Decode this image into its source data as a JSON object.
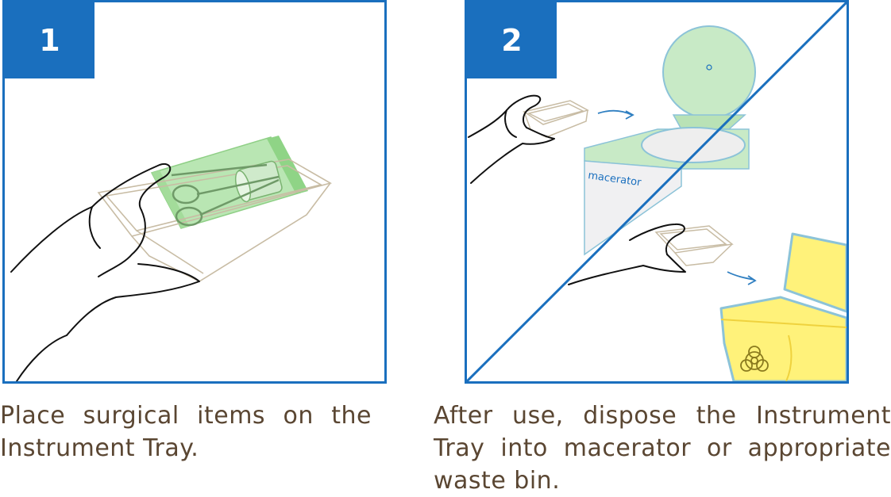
{
  "steps": [
    {
      "number": "1",
      "caption": "Place surgical items on the Instrument Tray."
    },
    {
      "number": "2",
      "caption": "After use, dispose the Instrument Tray into macerator or appropriate waste bin."
    }
  ],
  "macerator_label": "macerator",
  "icons": [
    "hand-icon",
    "instrument-tray-icon",
    "scissors-icon",
    "gauze-roll-icon",
    "macerator-icon",
    "waste-bin-icon",
    "biohazard-icon",
    "arrow-icon"
  ],
  "colors": {
    "accent": "#1a6fbe",
    "caption_text": "#5a4632",
    "green": "#b9e6b3",
    "yellow": "#fff27a"
  }
}
